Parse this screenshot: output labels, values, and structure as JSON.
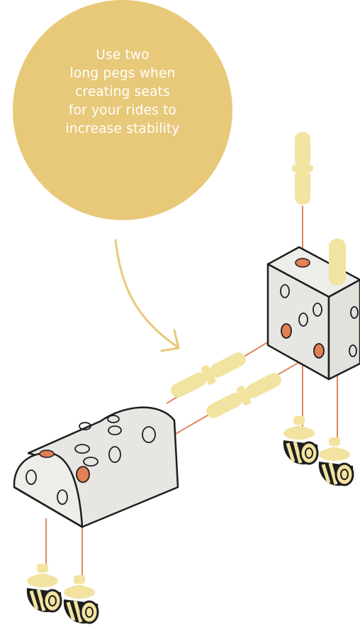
{
  "tip": {
    "lines": [
      "Use two",
      "long pegs when",
      "creating seats",
      "for your rides to",
      "increase stability"
    ]
  },
  "colors": {
    "bubble": "#E8C97A",
    "peg": "#F2E3A0",
    "hole": "#E27F55",
    "wire": "#E0865E",
    "block": "#E7E6E2",
    "outline": "#1E1E1E",
    "caster_stripe": "#1E1E1E"
  },
  "icons": [
    "speech-bubble",
    "curved-arrow",
    "long-peg",
    "cube-block",
    "half-cylinder-block",
    "caster-wheel"
  ]
}
